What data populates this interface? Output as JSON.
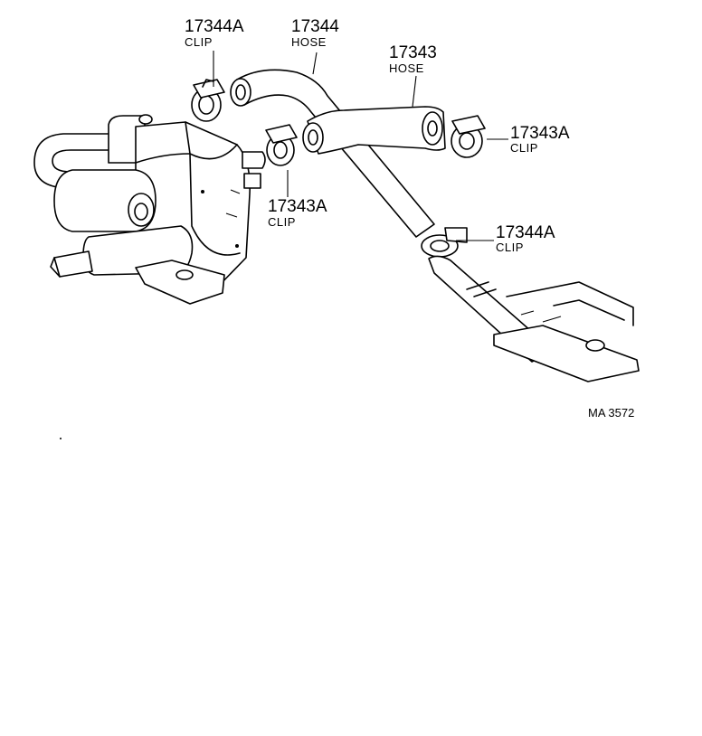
{
  "labels": {
    "clip_17344a_top": {
      "number": "17344A",
      "name": "CLIP"
    },
    "hose_17344": {
      "number": "17344",
      "name": "HOSE"
    },
    "hose_17343": {
      "number": "17343",
      "name": "HOSE"
    },
    "clip_17343a_right": {
      "number": "17343A",
      "name": "CLIP"
    },
    "clip_17343a_mid": {
      "number": "17343A",
      "name": "CLIP"
    },
    "clip_17344a_lower": {
      "number": "17344A",
      "name": "CLIP"
    }
  },
  "reference": "MA 3572"
}
